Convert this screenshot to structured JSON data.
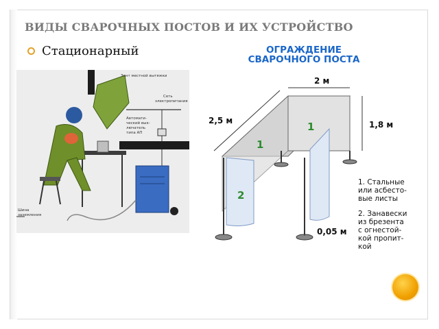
{
  "slide": {
    "title": "ВИДЫ СВАРОЧНЫХ ПОСТОВ И ИХ УСТРОЙСТВО",
    "bullet": "Стационарный"
  },
  "welder_figure": {
    "labels": {
      "exhaust": "Зонт местной вытяжки",
      "power": "Сеть\nэлектропитания",
      "switch": "Автомати-\nческий вык-\nлючатель\nтипа АП",
      "ground": "Шина\nзаземления"
    }
  },
  "booth_figure": {
    "title_line1": "ОГРАЖДЕНИЕ",
    "title_line2": "СВАРОЧНОГО ПОСТА",
    "dimensions": {
      "width": "2 м",
      "depth": "2,5 м",
      "height": "1,8 м",
      "gap": "0,05 м"
    },
    "markers": [
      "1",
      "1",
      "2"
    ],
    "legend_1": "1. Стальные\nили асбесто-\nвые листы",
    "legend_2": "2. Занавески\nиз брезента\nс огнестой-\nкой пропит-\nкой"
  },
  "colors": {
    "title_gray": "#7a7a7a",
    "accent_orange": "#f0a000",
    "booth_title_blue": "#1a66c8",
    "marker_green": "#2e8b2e",
    "welder_suit": "#6f8f2a"
  }
}
